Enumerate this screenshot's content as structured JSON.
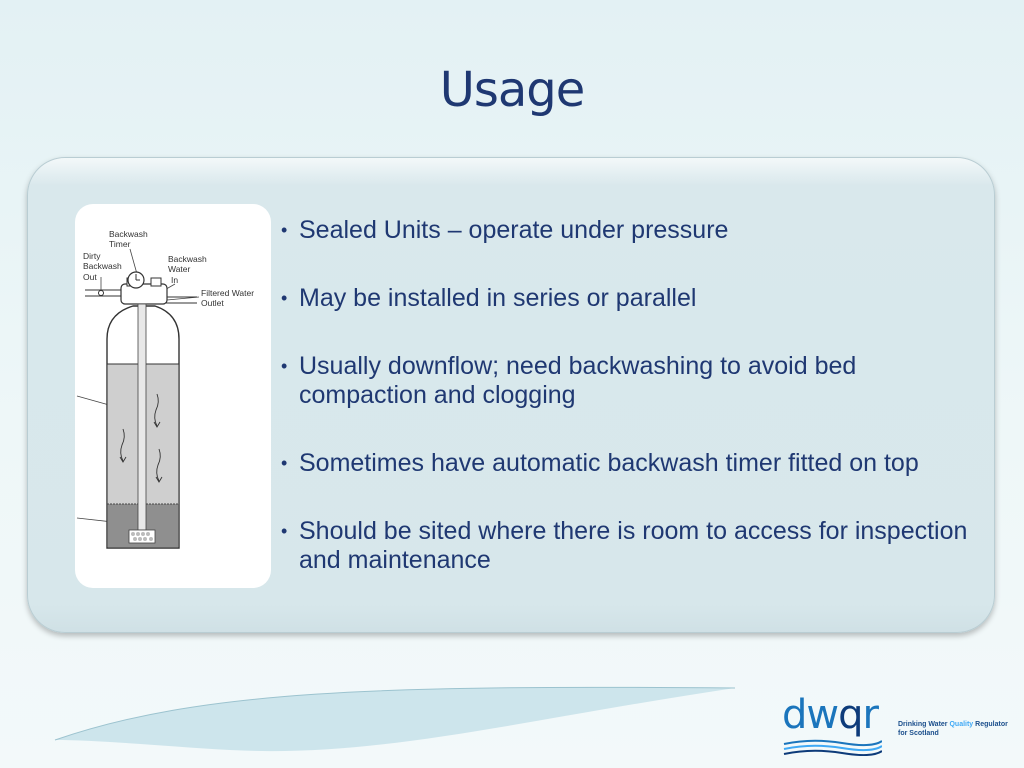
{
  "slide": {
    "title": "Usage"
  },
  "bullets": [
    "Sealed Units – operate under pressure",
    "May be installed in series or parallel",
    "Usually downflow; need backwashing to avoid bed compaction and clogging",
    "Sometimes have automatic backwash timer fitted on top",
    "Should be sited where there is room to access for inspection and maintenance"
  ],
  "bullet_glyph": "•",
  "diagram": {
    "labels": {
      "backwash_timer_1": "Backwash",
      "backwash_timer_2": "Timer",
      "dirty_backwash_1": "Dirty",
      "dirty_backwash_2": "Backwash",
      "dirty_backwash_3": "Out",
      "backwash_in_1": "Backwash",
      "backwash_in_2": "Water",
      "backwash_in_3": "In",
      "filtered_1": "Filtered Water",
      "filtered_2": "Outlet"
    }
  },
  "logo": {
    "word_a": "dw",
    "word_q": "q",
    "word_r": "r",
    "tag_part1": "Drinking Water ",
    "tag_quality": "Quality",
    "tag_part2": " Regulator",
    "tag_line2": "for Scotland"
  },
  "colors": {
    "title": "#1f3872",
    "text": "#1f3872",
    "logo_blue": "#1b75bc"
  }
}
